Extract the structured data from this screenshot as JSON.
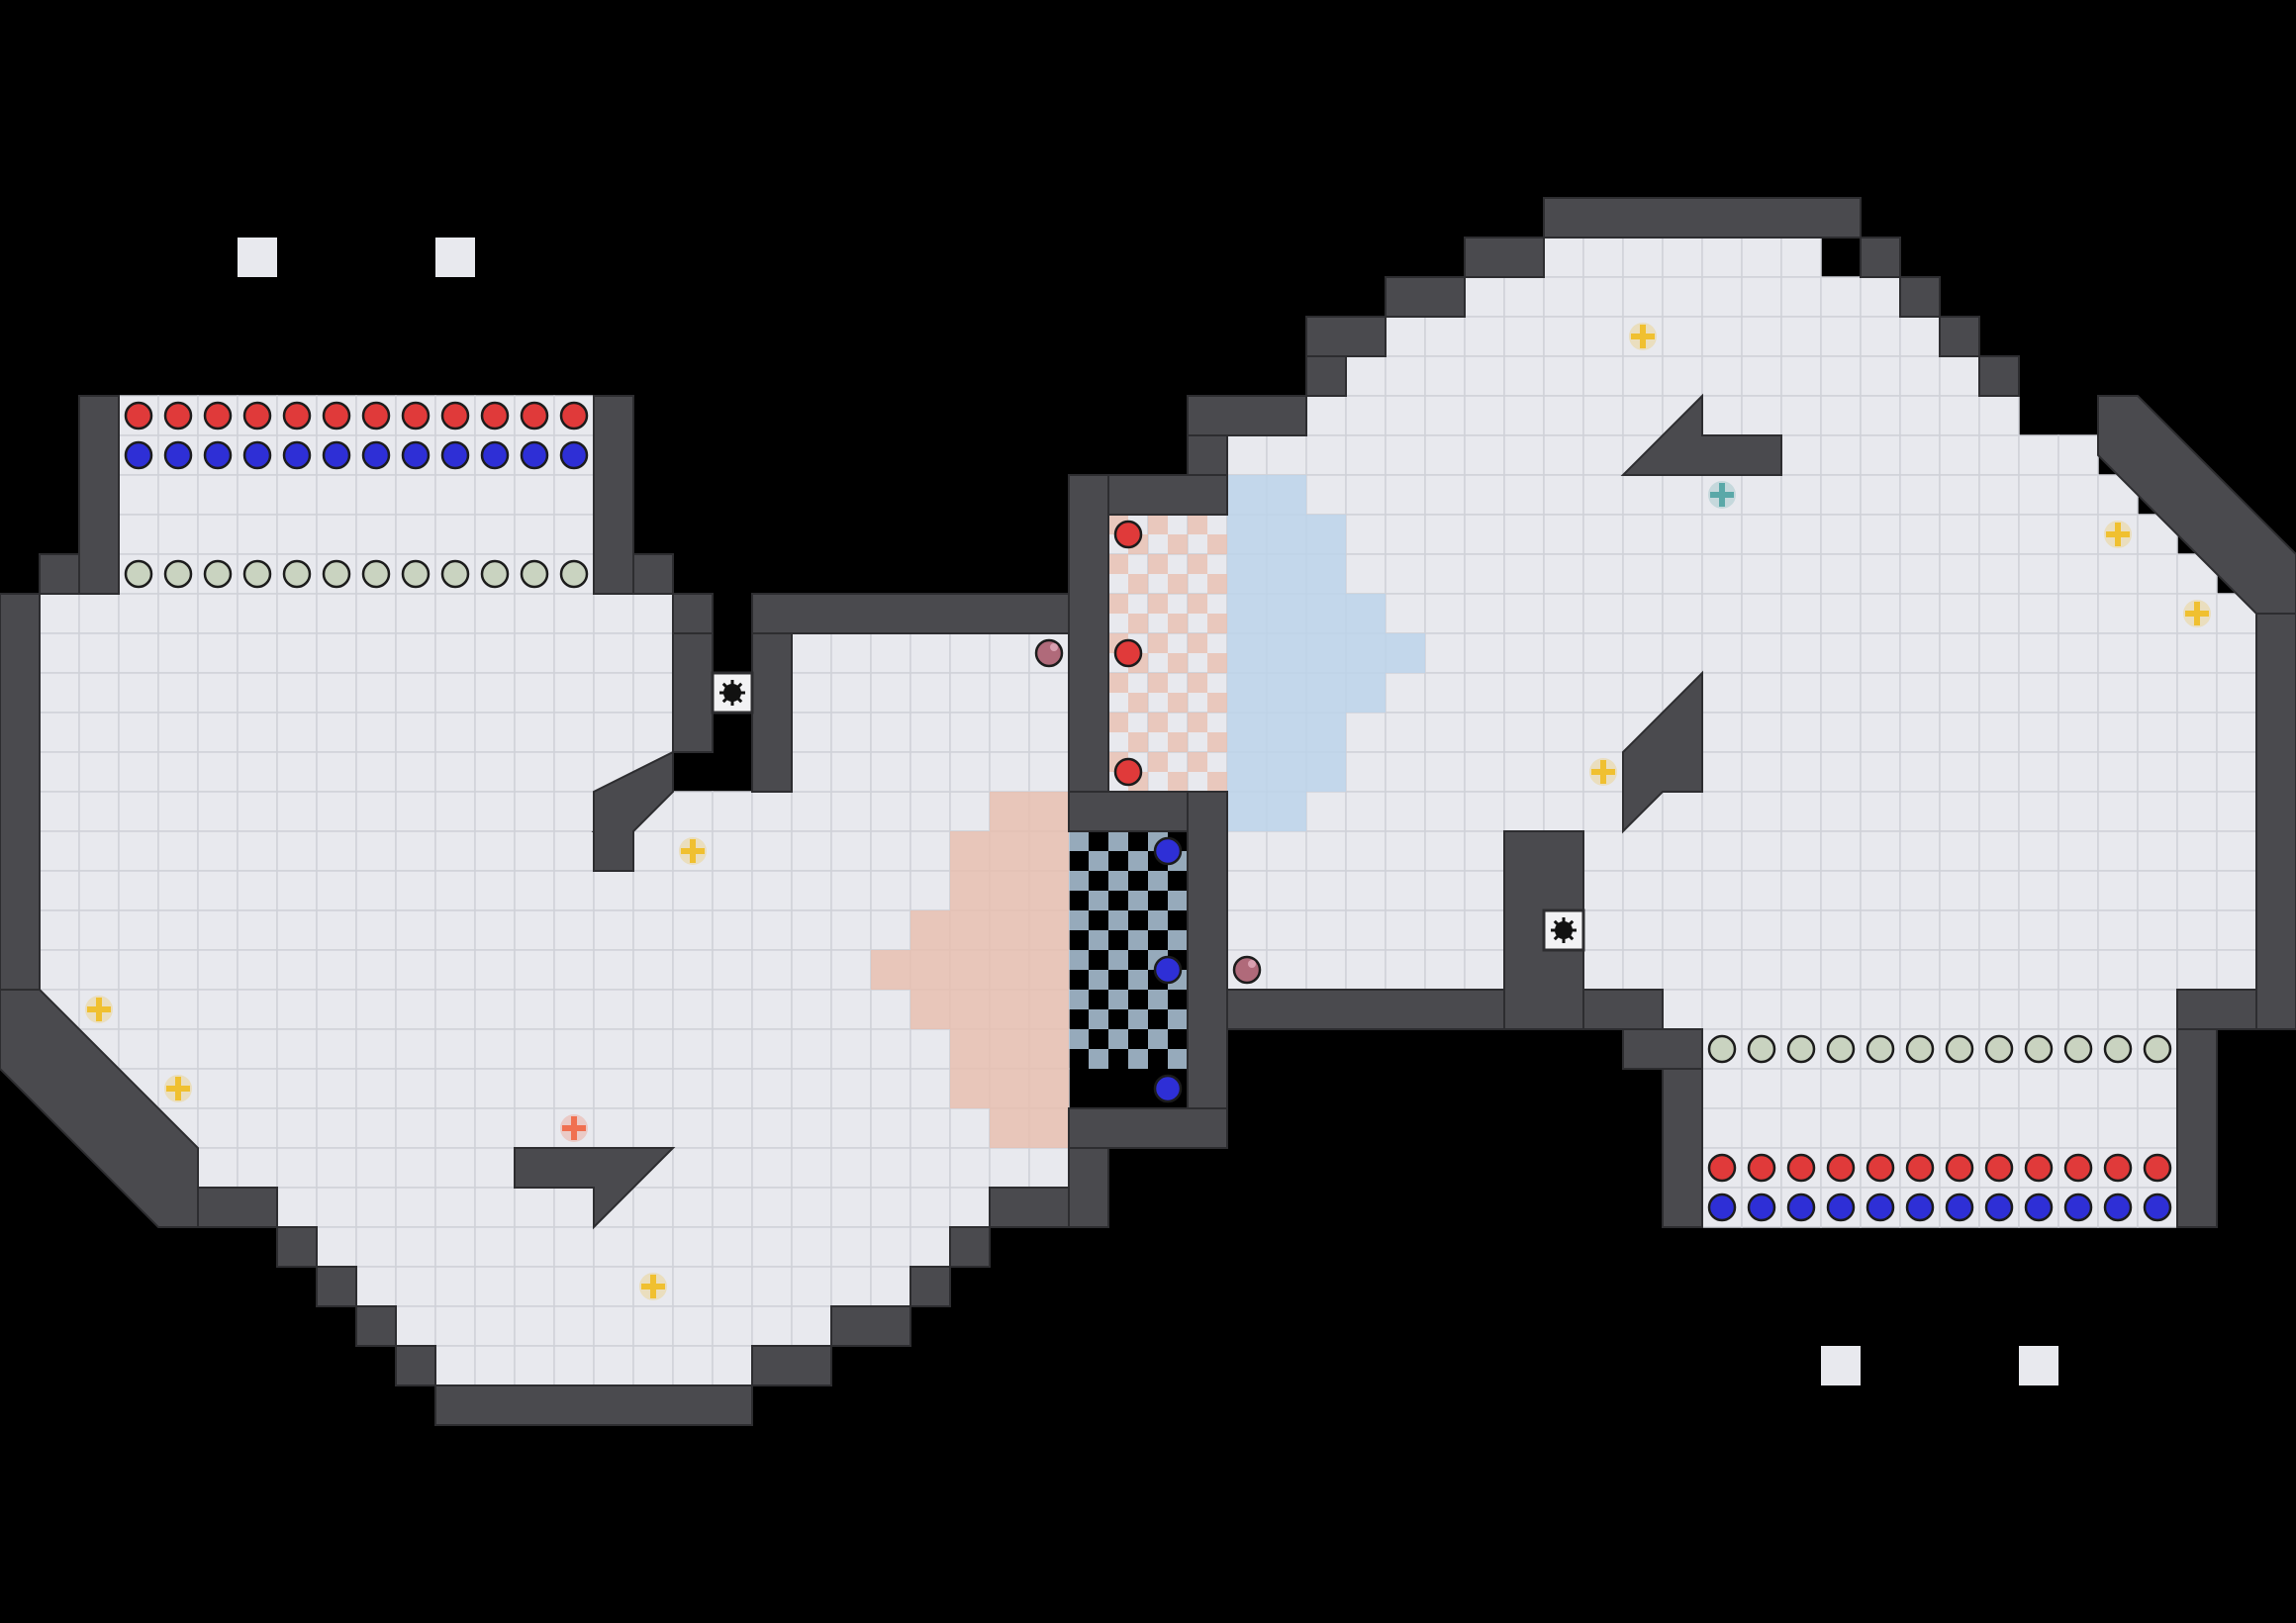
{
  "game": {
    "title": "",
    "teams": [
      {
        "name": "",
        "color": "#e03a3a"
      },
      {
        "name": "",
        "color": "#2e2fd6"
      }
    ]
  },
  "colors": {
    "background": "#000000",
    "floor": "#e8e9ee",
    "grid": "#cfd1d8",
    "wall": "#4a4a4e",
    "red_ball": "#e03a3a",
    "blue_ball": "#2e2fd6",
    "neutral_ball": "#c9d3c0",
    "red_zone": "#e8bfb0",
    "blue_zone": "#bcd4ea",
    "boost": "#f0c030",
    "boost_team_red": "#f07050",
    "boost_team_blue": "#5aa8a8",
    "flag_ball": "#b06a7a"
  },
  "legend": {
    "red_team_balls": 24,
    "blue_team_balls": 24,
    "neutral_balls": 24,
    "boosts": 9,
    "bombs": 2,
    "flags": 2
  },
  "icons": {
    "boost": "boost-icon",
    "bomb": "bomb-icon",
    "flag_carrier": "flag-ball-icon",
    "wall": "wall-block"
  }
}
